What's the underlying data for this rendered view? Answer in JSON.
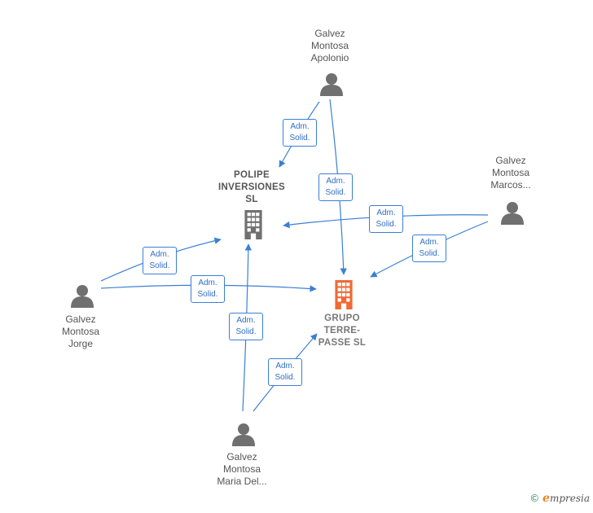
{
  "colors": {
    "edge": "#3b7fd4",
    "person_icon": "#707070",
    "company_icon": "#707070",
    "main_company_icon": "#f06a35",
    "label": "#555555"
  },
  "nodes": {
    "apolonio": {
      "label": "Galvez\nMontosa\nApolonio",
      "kind": "person"
    },
    "marcos": {
      "label": "Galvez\nMontosa\nMarcos...",
      "kind": "person"
    },
    "jorge": {
      "label": "Galvez\nMontosa\nJorge",
      "kind": "person"
    },
    "maria": {
      "label": "Galvez\nMontosa\nMaria Del...",
      "kind": "person"
    },
    "polipe": {
      "label": "POLIPE\nINVERSIONES\nSL",
      "kind": "company"
    },
    "grupo": {
      "label": "GRUPO\nTERRE-\nPASSE SL",
      "kind": "company-main"
    }
  },
  "edges": [
    {
      "from": "apolonio",
      "to": "polipe",
      "label": "Adm.\nSolid."
    },
    {
      "from": "apolonio",
      "to": "grupo",
      "label": "Adm.\nSolid."
    },
    {
      "from": "marcos",
      "to": "polipe",
      "label": "Adm.\nSolid."
    },
    {
      "from": "marcos",
      "to": "grupo",
      "label": "Adm.\nSolid."
    },
    {
      "from": "jorge",
      "to": "polipe",
      "label": "Adm.\nSolid."
    },
    {
      "from": "jorge",
      "to": "grupo",
      "label": "Adm.\nSolid."
    },
    {
      "from": "maria",
      "to": "polipe",
      "label": "Adm.\nSolid."
    },
    {
      "from": "maria",
      "to": "grupo",
      "label": "Adm.\nSolid."
    }
  ],
  "watermark": {
    "copyright": "©",
    "brand_initial": "e",
    "brand_rest": "mpresia"
  }
}
